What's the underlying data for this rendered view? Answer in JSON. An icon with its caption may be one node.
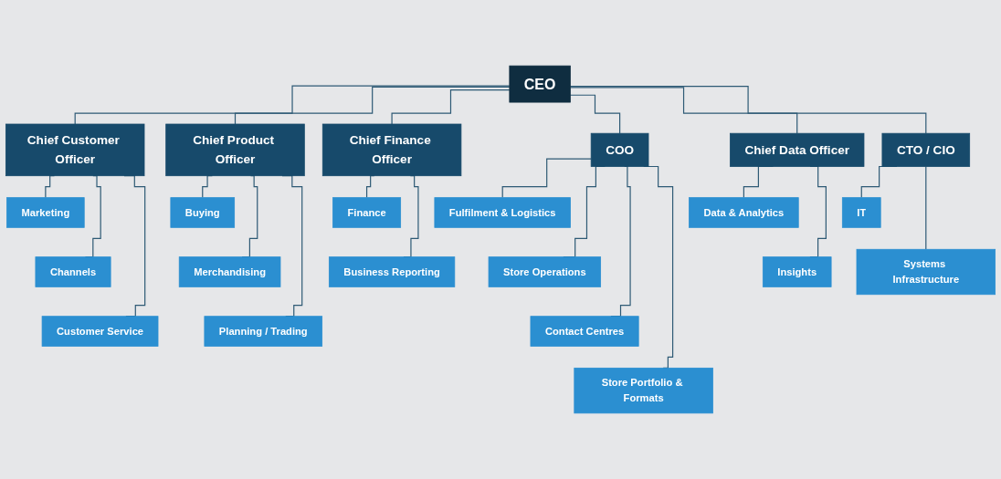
{
  "diagram": {
    "nodes": [
      {
        "text": [
          "CEO"
        ]
      },
      {
        "text": [
          "Chief Customer Officer"
        ]
      },
      {
        "text": [
          "Chief Product Officer"
        ]
      },
      {
        "text": [
          "Chief Finance Officer"
        ]
      },
      {
        "text": [
          "COO"
        ]
      },
      {
        "text": [
          "Chief Data Officer"
        ]
      },
      {
        "text": [
          "CTO / CIO"
        ]
      },
      {
        "text": [
          "Marketing"
        ]
      },
      {
        "text": [
          "Channels"
        ]
      },
      {
        "text": [
          "Customer Service"
        ]
      },
      {
        "text": [
          "Buying"
        ]
      },
      {
        "text": [
          "Merchandising"
        ]
      },
      {
        "text": [
          "Planning / Trading"
        ]
      },
      {
        "text": [
          "Finance"
        ]
      },
      {
        "text": [
          "Business Reporting"
        ]
      },
      {
        "text": [
          "Fulfilment & Logistics"
        ]
      },
      {
        "text": [
          "Store Operations"
        ]
      },
      {
        "text": [
          "Contact Centres"
        ]
      },
      {
        "text": [
          "Store Portfolio & Formats"
        ]
      },
      {
        "text": [
          "Data & Analytics"
        ]
      },
      {
        "text": [
          "Insights"
        ]
      },
      {
        "text": [
          "IT"
        ]
      },
      {
        "text": [
          "Systems Infrastructure"
        ]
      }
    ],
    "edges": [
      {
        "from": 0,
        "to": 1,
        "arrow": "none"
      },
      {
        "from": 0,
        "to": 2,
        "arrow": "none"
      },
      {
        "from": 0,
        "to": 3,
        "arrow": "none"
      },
      {
        "from": 0,
        "to": 4,
        "arrow": "none"
      },
      {
        "from": 0,
        "to": 5,
        "arrow": "none"
      },
      {
        "from": 0,
        "to": 6,
        "arrow": "none"
      },
      {
        "from": 1,
        "to": 7,
        "arrow": "none"
      },
      {
        "from": 1,
        "to": 8,
        "arrow": "none"
      },
      {
        "from": 1,
        "to": 9,
        "arrow": "none"
      },
      {
        "from": 2,
        "to": 10,
        "arrow": "none"
      },
      {
        "from": 2,
        "to": 11,
        "arrow": "none"
      },
      {
        "from": 2,
        "to": 12,
        "arrow": "none"
      },
      {
        "from": 3,
        "to": 13,
        "arrow": "none"
      },
      {
        "from": 3,
        "to": 14,
        "arrow": "none"
      },
      {
        "from": 4,
        "to": 15,
        "arrow": "none"
      },
      {
        "from": 4,
        "to": 16,
        "arrow": "none"
      },
      {
        "from": 4,
        "to": 17,
        "arrow": "none"
      },
      {
        "from": 4,
        "to": 18,
        "arrow": "none"
      },
      {
        "from": 5,
        "to": 19,
        "arrow": "none"
      },
      {
        "from": 5,
        "to": 20,
        "arrow": "none"
      },
      {
        "from": 6,
        "to": 21,
        "arrow": "none"
      },
      {
        "from": 6,
        "to": 22,
        "arrow": "none"
      }
    ]
  }
}
